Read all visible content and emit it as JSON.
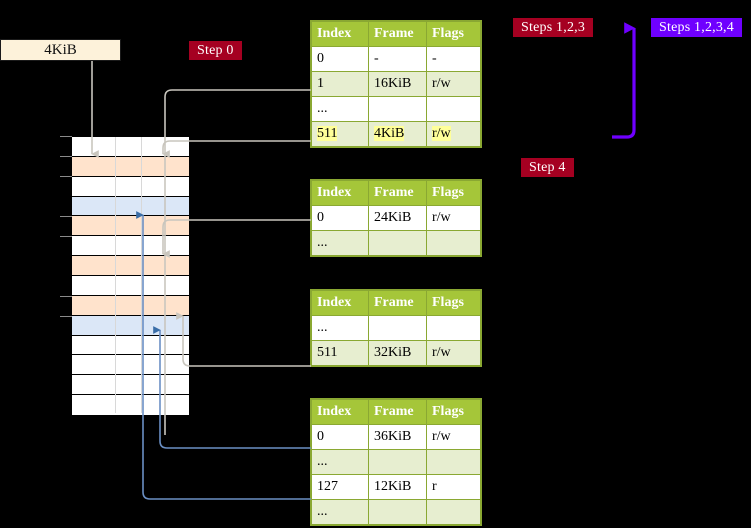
{
  "labels": {
    "size_box": "4KiB",
    "step0": "Step 0",
    "steps123": "Steps 1,2,3",
    "steps1234": "Steps 1,2,3,4",
    "step4": "Step 4"
  },
  "colors": {
    "badge_crimson": "#a50021",
    "badge_violet": "#6f00ff",
    "table_header": "#a5c639",
    "table_shade": "#e7eed0",
    "highlight": "#ffff99",
    "mem_peach": "#ffe3cc",
    "mem_blue": "#dbe7f7",
    "sizebox_bg": "#fdf2da",
    "connector_gray": "#c9c6be",
    "connector_blue": "#6a8fc4",
    "background": "#000000"
  },
  "tables": [
    {
      "name": "pml4-table",
      "columns": [
        "Index",
        "Frame",
        "Flags"
      ],
      "rows": [
        {
          "shade": "white",
          "cells": [
            "0",
            "-",
            "-"
          ],
          "highlight": false
        },
        {
          "shade": "shade",
          "cells": [
            "1",
            "16KiB",
            "r/w"
          ],
          "highlight": false
        },
        {
          "shade": "white",
          "cells": [
            "...",
            "",
            ""
          ],
          "highlight": false
        },
        {
          "shade": "shade",
          "cells": [
            "511",
            "4KiB",
            "r/w"
          ],
          "highlight": true
        }
      ]
    },
    {
      "name": "pdp-table",
      "columns": [
        "Index",
        "Frame",
        "Flags"
      ],
      "rows": [
        {
          "shade": "white",
          "cells": [
            "0",
            "24KiB",
            "r/w"
          ],
          "highlight": false
        },
        {
          "shade": "shade",
          "cells": [
            "...",
            "",
            ""
          ],
          "highlight": false
        }
      ]
    },
    {
      "name": "pd-table",
      "columns": [
        "Index",
        "Frame",
        "Flags"
      ],
      "rows": [
        {
          "shade": "white",
          "cells": [
            "...",
            "",
            ""
          ],
          "highlight": false
        },
        {
          "shade": "shade",
          "cells": [
            "511",
            "32KiB",
            "r/w"
          ],
          "highlight": false
        }
      ]
    },
    {
      "name": "pt-table",
      "columns": [
        "Index",
        "Frame",
        "Flags"
      ],
      "rows": [
        {
          "shade": "white",
          "cells": [
            "0",
            "36KiB",
            "r/w"
          ],
          "highlight": false
        },
        {
          "shade": "shade",
          "cells": [
            "...",
            "",
            ""
          ],
          "highlight": false
        },
        {
          "shade": "white",
          "cells": [
            "127",
            "12KiB",
            "r"
          ],
          "highlight": false
        },
        {
          "shade": "shade",
          "cells": [
            "...",
            "",
            ""
          ],
          "highlight": false
        }
      ]
    }
  ],
  "memory": {
    "rows": [
      {
        "fill": "plain"
      },
      {
        "fill": "peach"
      },
      {
        "fill": "plain"
      },
      {
        "fill": "blue"
      },
      {
        "fill": "peach"
      },
      {
        "fill": "plain"
      },
      {
        "fill": "peach"
      },
      {
        "fill": "plain"
      },
      {
        "fill": "peach"
      },
      {
        "fill": "blue"
      },
      {
        "fill": "plain"
      },
      {
        "fill": "plain"
      },
      {
        "fill": "plain"
      },
      {
        "fill": "plain"
      }
    ]
  }
}
